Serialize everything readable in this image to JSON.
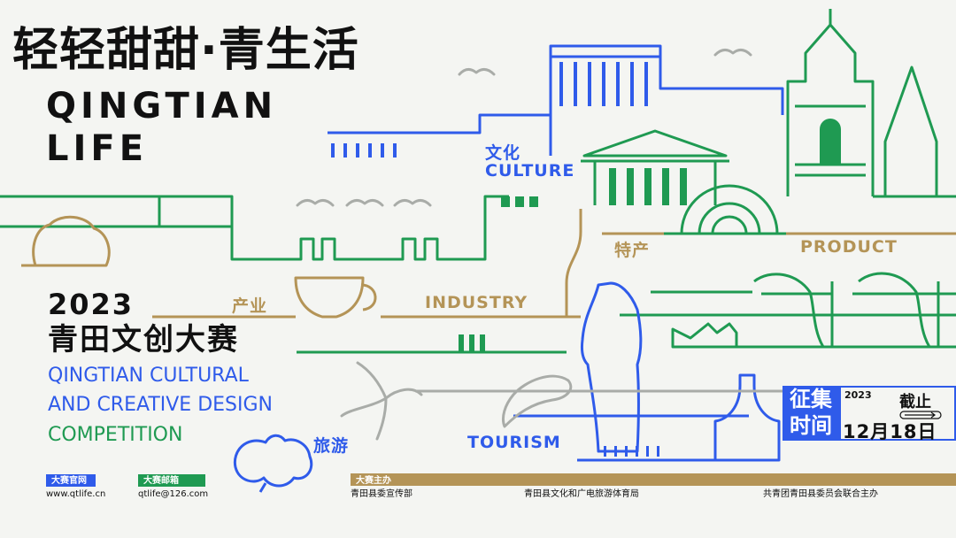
{
  "title_cn": "轻轻甜甜·青生活",
  "title_en_line1": "QINGTIAN",
  "title_en_line2": "LIFE",
  "year": "2023",
  "competition_cn": "青田文创大赛",
  "competition_en": [
    "QINGTIAN CULTURAL",
    "AND CREATIVE DESIGN",
    "COMPETITION"
  ],
  "labels": {
    "culture_cn": "文化",
    "culture_en": "CULTURE",
    "product_cn": "特产",
    "product_en": "PRODUCT",
    "industry_cn": "产业",
    "industry_en": "INDUSTRY",
    "tourism_cn": "旅游",
    "tourism_en": "TOURISM"
  },
  "deadline": {
    "left_line1": "征集",
    "left_line2": "时间",
    "year": "2023",
    "cutoff": "截止",
    "date": "12月18日"
  },
  "footer": {
    "website_tag": "大赛官网",
    "website": "www.qtlife.cn",
    "email_tag": "大赛邮箱",
    "email": "qtlife@126.com",
    "host_tag": "大赛主办",
    "hosts": [
      "青田县委宣传部",
      "青田县文化和广电旅游体育局",
      "共青团青田县委员会联合主办"
    ]
  },
  "colors": {
    "blue": "#2f5bea",
    "green": "#1f9a52",
    "gold": "#b49457",
    "gray": "#a9aca8",
    "background": "#f4f5f2"
  }
}
